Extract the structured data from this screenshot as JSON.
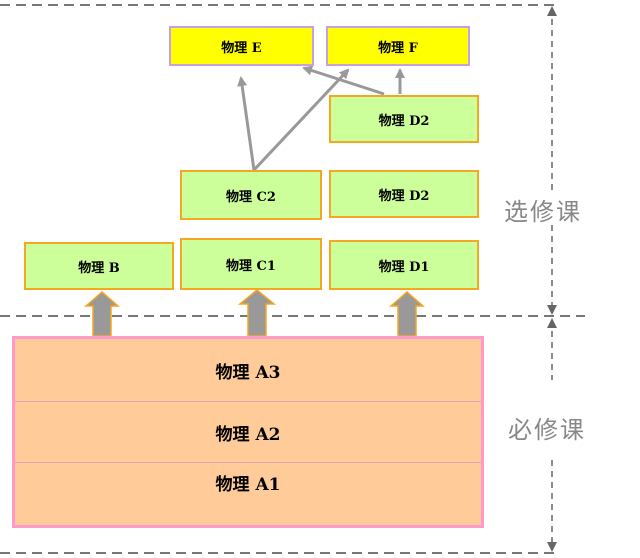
{
  "boxes": {
    "e": "物理 E",
    "f": "物理 F",
    "d2_top": "物理 D2",
    "c2": "物理 C2",
    "d2_mid": "物理 D2",
    "b": "物理 B",
    "c1": "物理 C1",
    "d1": "物理 D1"
  },
  "required": {
    "a3": "物理 A3",
    "a2": "物理 A2",
    "a1": "物理 A1"
  },
  "labels": {
    "elective": "选修课",
    "required": "必修课"
  },
  "colors": {
    "advanced_fill": "#ffff00",
    "elective_fill": "#ccff99",
    "required_fill": "#ffcc99",
    "arrow_gray": "#999999",
    "dashed_line": "#777777"
  }
}
